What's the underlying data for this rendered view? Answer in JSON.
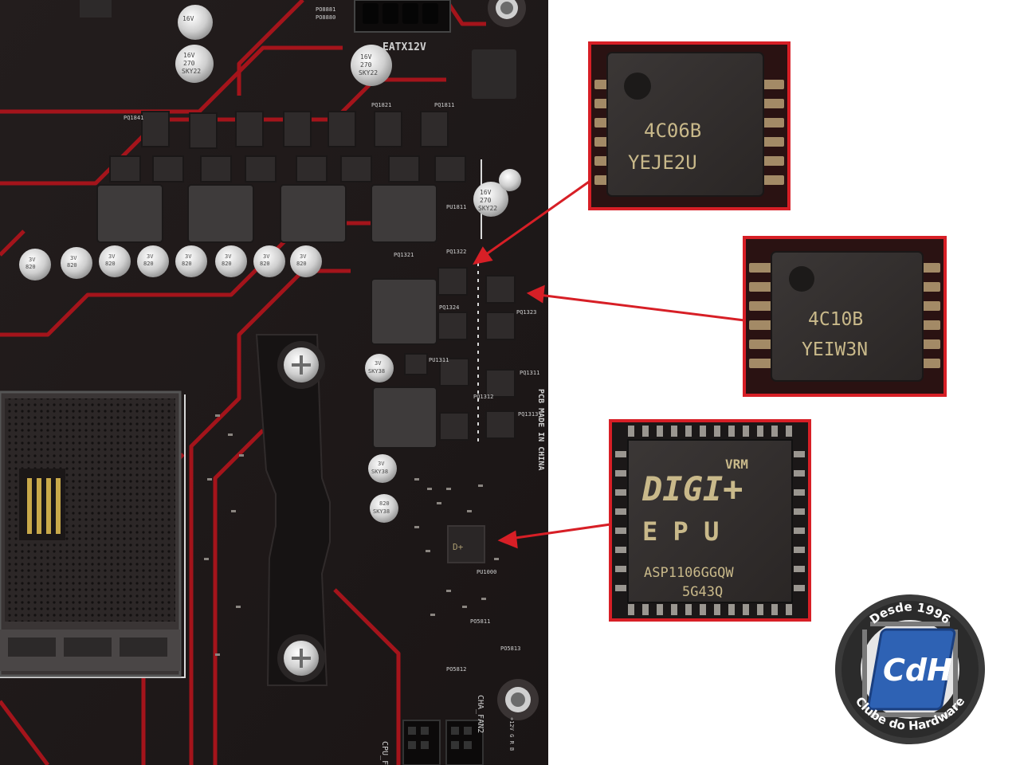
{
  "board": {
    "pcb_text": "PCB MADE IN CHINA",
    "header_atx": "EATX12V",
    "header_cpu_fan": "CPU_FAN",
    "header_cha_fan": "CHA_FAN2",
    "header_rgb": "+12V G R B",
    "cap_16v": "16V",
    "cap_270": "270",
    "cap_sky22": "SKY22",
    "cap_3v": "3V",
    "cap_820": "820",
    "cap_sky38": "SKY38",
    "ref_pu1811": "PU1811",
    "ref_pq1821": "PQ1821",
    "ref_pq1841": "PQ1841",
    "ref_pq1811": "PQ1811",
    "ref_pq1322": "PQ1322",
    "ref_pq1324": "PQ1324",
    "ref_pq1321": "PQ1321",
    "ref_pq1323": "PQ1323",
    "ref_pu1311": "PU1311",
    "ref_pq1311": "PQ1311",
    "ref_pq1312": "PQ1312",
    "ref_pq1313": "PQ1313",
    "ref_pu1000": "PU1000",
    "ref_po5811": "PO5811",
    "ref_po5813": "PO5813",
    "ref_po5812": "PO5812",
    "ref_po8881": "PO8881",
    "ref_po8880": "PO8880"
  },
  "insets": [
    {
      "line1": "4C06B",
      "line2": "YEJE2U"
    },
    {
      "line1": "4C10B",
      "line2": "YEIW3N"
    },
    {
      "brand_top": "VRM",
      "brand_main": "DIGI+",
      "brand_epu": "E P U",
      "line1": "ASP1106GGQW",
      "line2": "5G43Q"
    }
  ],
  "logo": {
    "top_text": "Desde 1996",
    "bottom_text": "Clube do Hardware",
    "mark": "CdH"
  },
  "colors": {
    "pcb": "#1f1a1a",
    "trace_red": "#b3121a",
    "callout_red": "#d71f26",
    "logo_blue": "#2e62b4",
    "logo_ring": "#3a3a3a"
  }
}
